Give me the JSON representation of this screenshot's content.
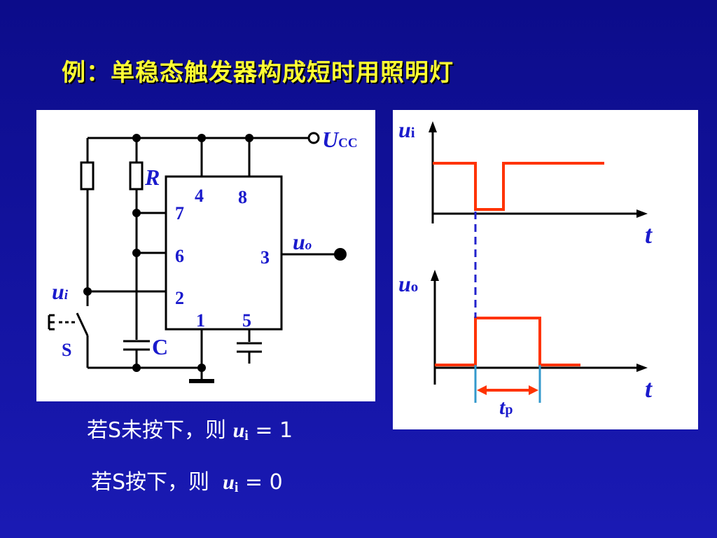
{
  "slide": {
    "title": "例：单稳态触发器构成短时用照明灯",
    "background_color": "#1414a0",
    "title_color": "#ffff33"
  },
  "circuit": {
    "supply_label": "U",
    "supply_sub": "CC",
    "resistor_label": "R",
    "capacitor_label": "C",
    "switch_label": "S",
    "input_label": "u",
    "input_sub": "i",
    "output_label": "u",
    "output_sub": "o",
    "pins": {
      "p4": "4",
      "p8": "8",
      "p7": "7",
      "p6": "6",
      "p3": "3",
      "p2": "2",
      "p1": "1",
      "p5": "5"
    },
    "label_color": "#1a1acc"
  },
  "waveform": {
    "ui_label": "u",
    "ui_sub": "i",
    "uo_label": "u",
    "uo_sub": "o",
    "t_label_top": "t",
    "t_label_bottom": "t",
    "tp_label": "t",
    "tp_sub": "p",
    "wave_color": "#ff3300",
    "marker_color": "#3399cc",
    "dashed_color": "#2222cc"
  },
  "captions": {
    "line1_prefix": "若S未按下，则",
    "line1_var": "u",
    "line1_sub": "i",
    "line1_eq": " = 1",
    "line2_prefix": "若S按下，则 ",
    "line2_var": "u",
    "line2_sub": "i",
    "line2_eq": " = 0"
  }
}
